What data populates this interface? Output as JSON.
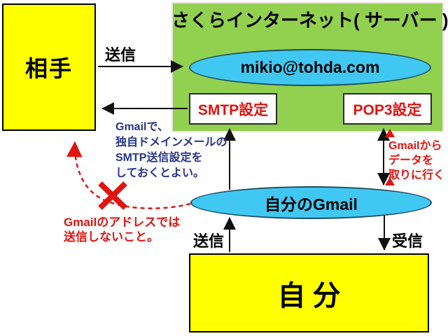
{
  "colors": {
    "box_yellow": "#ffff00",
    "server_green": "#92d050",
    "ellipse_cyan": "#41c8f2",
    "accent_red": "#e01410",
    "note_blue": "#27348b",
    "line_black": "#111111"
  },
  "nodes": {
    "partner": {
      "label": "相手"
    },
    "server": {
      "title": "さくらインターネット( サーバー )"
    },
    "mailbox": {
      "label": "mikio@tohda.com"
    },
    "smtp": {
      "label": "SMTP設定"
    },
    "pop3": {
      "label": "POP3設定"
    },
    "gmail": {
      "label": "自分のGmail"
    },
    "self": {
      "label": "自分"
    }
  },
  "edge_labels": {
    "send_to_partner": "送信",
    "send_from_self": "送信",
    "receive": "受信"
  },
  "annotations": {
    "smtp_note": {
      "lines": [
        "Gmailで、",
        "独自ドメインメールの",
        "SMTP送信設定を",
        "しておくとよい。"
      ]
    },
    "pop3_note": {
      "lines": [
        "Gmailから",
        "データを",
        "取りに行く"
      ]
    },
    "warning": {
      "lines": [
        "Gmailのアドレスでは",
        "送信しないこと。"
      ]
    }
  }
}
